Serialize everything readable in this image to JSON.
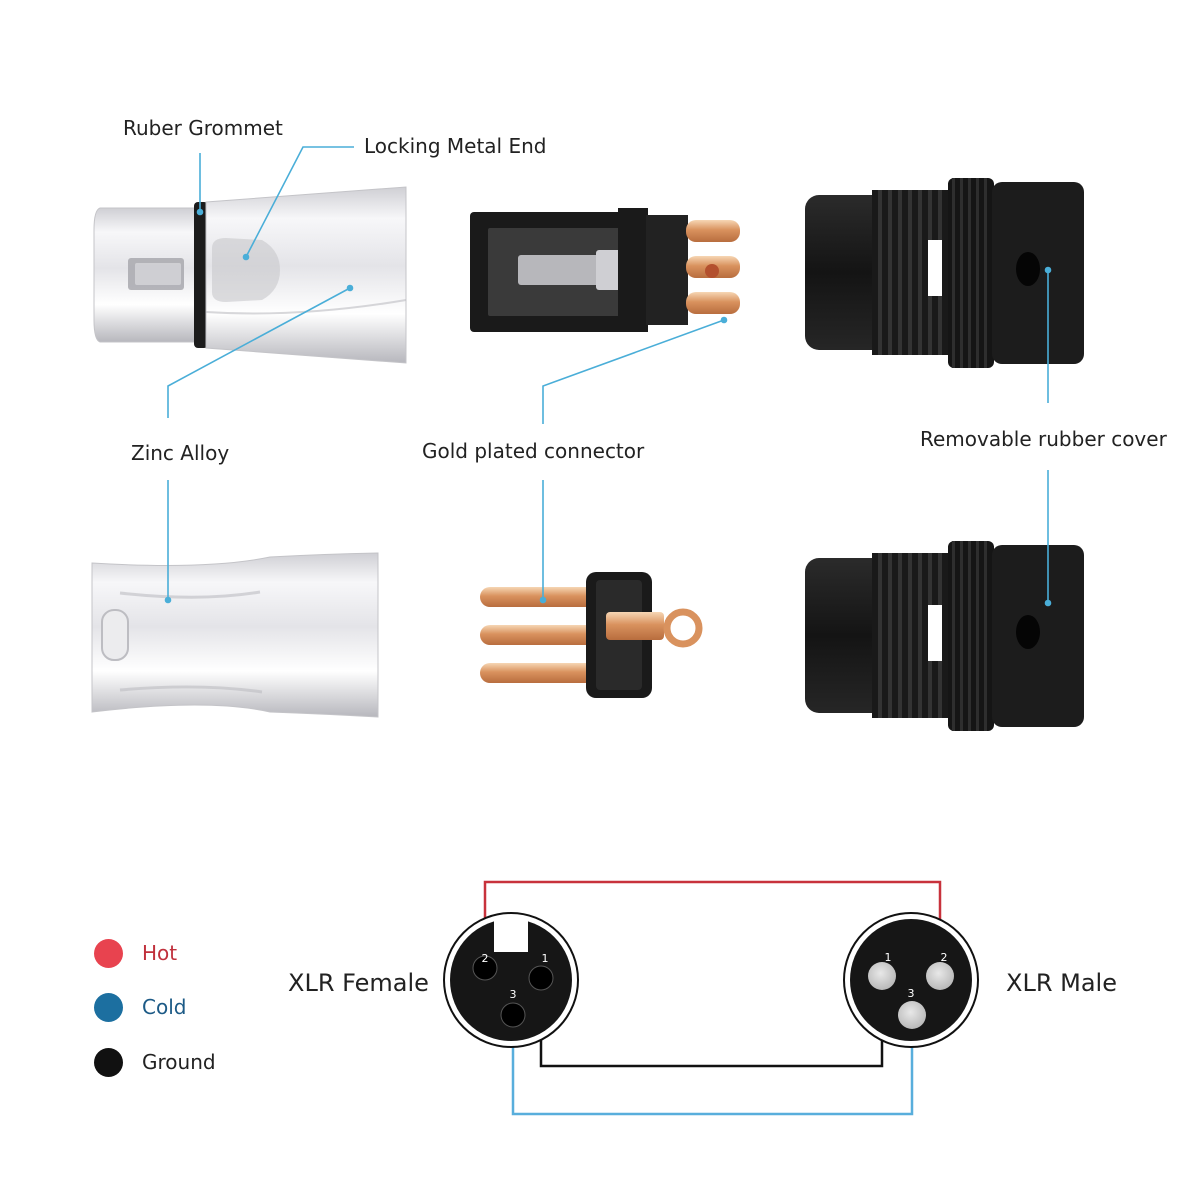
{
  "labels": {
    "ruber_grommet": "Ruber Grommet",
    "locking_metal_end": "Locking Metal End",
    "zinc_alloy": "Zinc Alloy",
    "gold_plated_connector": "Gold plated connector",
    "removable_rubber_cover": "Removable rubber cover"
  },
  "wiring": {
    "female_label": "XLR Female",
    "male_label": "XLR Male",
    "female_pins": [
      "2",
      "1",
      "3"
    ],
    "male_pins": [
      "1",
      "2",
      "3"
    ]
  },
  "legend": [
    {
      "label": "Hot",
      "color": "#e8434f",
      "text_color": "#c0303c"
    },
    {
      "label": "Cold",
      "color": "#1c6fa0",
      "text_color": "#1c5a86"
    },
    {
      "label": "Ground",
      "color": "#111111",
      "text_color": "#222222"
    }
  ],
  "colors": {
    "callout_line": "#4aaed8",
    "hot_wire": "#c8323c",
    "cold_wire": "#58aedc",
    "ground_wire": "#111111"
  }
}
